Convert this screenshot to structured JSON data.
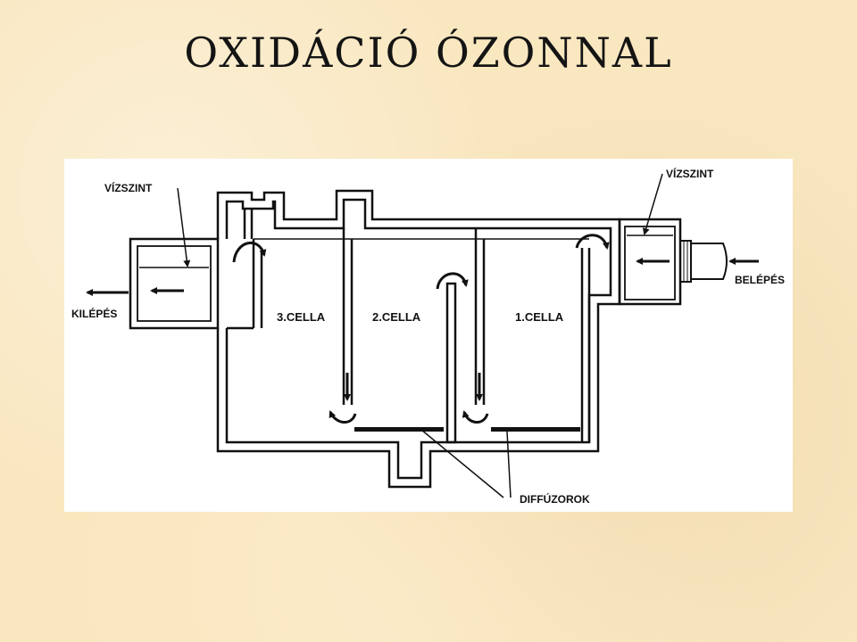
{
  "slide": {
    "title": "OXIDÁCIÓ ÓZONNAL"
  },
  "diagram": {
    "labels": {
      "water_level_left": "VÍZSZINT",
      "water_level_right": "VÍZSZINT",
      "outlet": "KILÉPÉS",
      "inlet": "BELÉPÉS",
      "cell_3": "3.CELLA",
      "cell_2": "2.CELLA",
      "cell_1": "1.CELLA",
      "diffusers": "DIFFÚZOROK"
    },
    "colors": {
      "line": "#111111",
      "panel": "#ffffff",
      "background": "#f9e7c0"
    }
  }
}
